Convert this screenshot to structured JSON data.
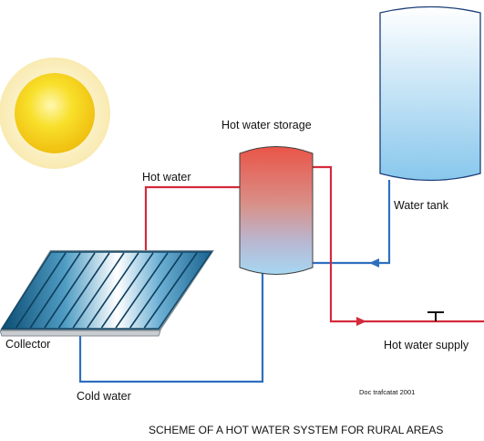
{
  "labels": {
    "hot_water_storage": "Hot  water storage",
    "hot_water": "Hot water",
    "water_tank": "Water tank",
    "collector": "Collector",
    "cold_water": "Cold water",
    "hot_water_supply": "Hot  water supply",
    "credit": "Doc trafcatat 2001",
    "caption": "SCHEME OF A HOT WATER SYSTEM FOR RURAL  AREAS"
  },
  "colors": {
    "hot_pipe": "#d42a3c",
    "cold_pipe": "#2f6fc0",
    "storage_top": "#e8584c",
    "storage_bottom": "#a9d8f2",
    "tank_top": "#ffffff",
    "tank_bottom": "#8fcbee",
    "sun_core": "#f7d21a",
    "sun_halo": "#fbf1c7",
    "collector_dark": "#1b5f86",
    "collector_light": "#ffffff"
  },
  "icons": {
    "sun": "sun-icon",
    "tap": "tap-icon",
    "flow_arrow": "arrow-head-icon"
  }
}
